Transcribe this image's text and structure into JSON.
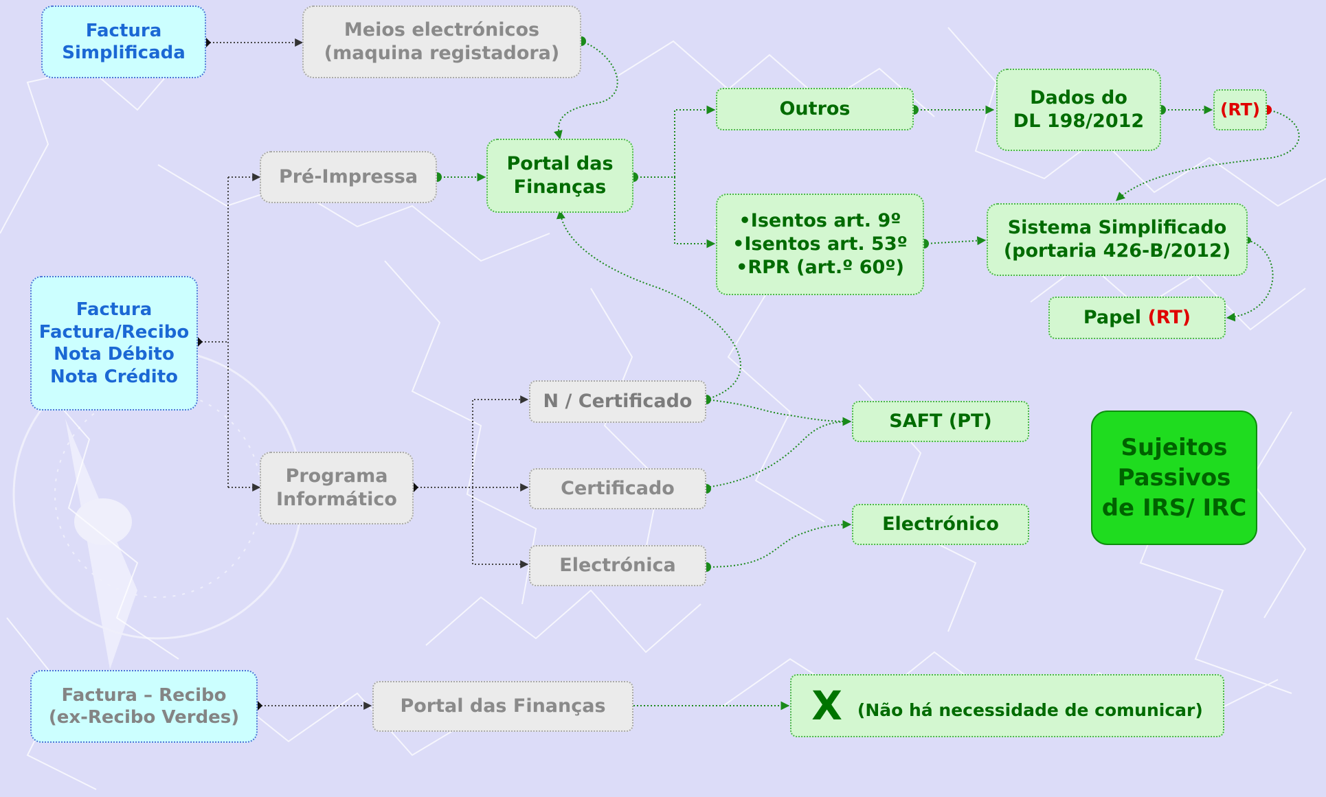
{
  "nodes": {
    "factura_simplificada": [
      "Factura",
      "Simplificada"
    ],
    "meios_electronicos": [
      "Meios electrónicos",
      "(maquina registadora)"
    ],
    "pre_impressa": "Pré-Impressa",
    "portal_financas": [
      "Portal das",
      "Finanças"
    ],
    "outros": "Outros",
    "dados_dl": [
      "Dados do",
      "DL 198/2012"
    ],
    "rt_top": "(RT)",
    "isentos": [
      "•Isentos art. 9º",
      "•Isentos art. 53º",
      "•RPR (art.º 60º)"
    ],
    "sistema_simplificado": [
      "Sistema Simplificado",
      "(portaria 426-B/2012)"
    ],
    "papel": {
      "label": "Papel ",
      "rt": "(RT)"
    },
    "factura_group": [
      "Factura",
      "Factura/Recibo",
      "Nota Débito",
      "Nota Crédito"
    ],
    "n_certificado": "N / Certificado",
    "saft": "SAFT (PT)",
    "programa": [
      "Programa",
      "Informático"
    ],
    "certificado": "Certificado",
    "electronica": "Electrónica",
    "electronico": "Electrónico",
    "sujeitos": [
      "Sujeitos",
      "Passivos",
      "de IRS/ IRC"
    ],
    "factura_recibo": [
      "Factura – Recibo",
      "(ex-Recibo Verdes)"
    ],
    "portal_financas_2": "Portal das Finanças",
    "x_mark": "X",
    "x_note": "(Não há necessidade de comunicar)"
  },
  "colors": {
    "background": "#dcdcf8",
    "blue_box": "#ccffff",
    "blue_text": "#1b68d4",
    "gray_box": "#ebebeb",
    "green_box": "#d3f7d0",
    "green_text": "#006b00",
    "accent_green": "#1fdc1f",
    "red_text": "#e00000"
  }
}
